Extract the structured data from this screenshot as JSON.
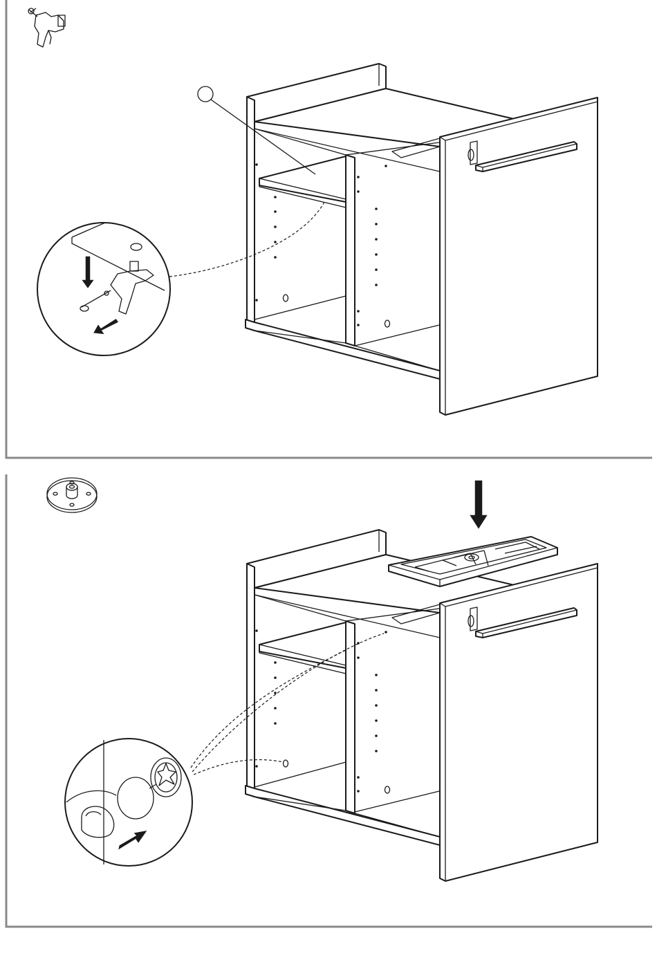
{
  "document": {
    "type": "assembly-instruction-page",
    "steps": [
      {
        "hardware_icon": "shelf-support-pin-icon",
        "callout_circle_count": 1,
        "detail": "shelf-support-pin-insertion",
        "arrows": [
          "down-arrow",
          "push-arrow"
        ]
      },
      {
        "hardware_icon": "round-cam-fitting-icon",
        "detail": "cover-cap-insertion",
        "arrows": [
          "down-arrow",
          "push-arrow"
        ]
      }
    ],
    "colors": {
      "line": "#1a1a1a",
      "frame": "#8a8a8a",
      "background": "#ffffff"
    }
  }
}
